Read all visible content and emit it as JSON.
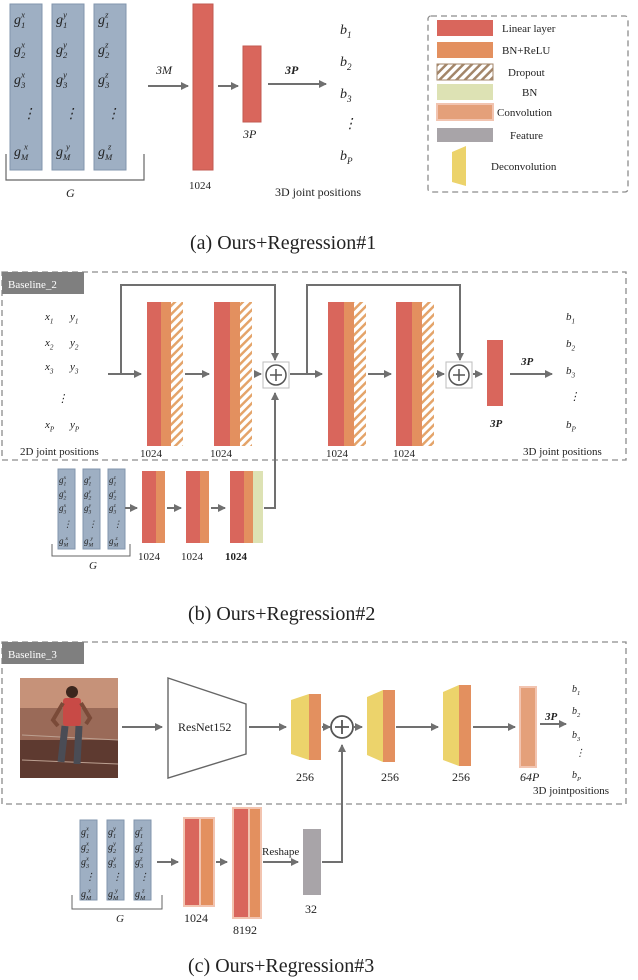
{
  "colors": {
    "linear": "#d9665c",
    "bnrelu": "#e3905f",
    "bn": "#dde2b4",
    "conv": "#e4a07a",
    "feature": "#a8a4a8",
    "deconv": "#ecd36b",
    "matrix": "#9eafc3"
  },
  "legend": [
    {
      "key": "linear",
      "label": "Linear layer",
      "icon": "linear-swatch"
    },
    {
      "key": "bnrelu",
      "label": "BN+ReLU",
      "icon": "bnrelu-swatch"
    },
    {
      "key": "dropout",
      "label": "Dropout",
      "icon": "hatched-swatch"
    },
    {
      "key": "bn",
      "label": "BN",
      "icon": "bn-swatch"
    },
    {
      "key": "conv",
      "label": "Convolution",
      "icon": "conv-swatch"
    },
    {
      "key": "feature",
      "label": "Feature",
      "icon": "feature-swatch"
    },
    {
      "key": "deconv",
      "label": "Deconvolution",
      "icon": "trapezoid-swatch"
    }
  ],
  "panel_a": {
    "matrix_rows": [
      [
        "g1x",
        "g1y",
        "g1z"
      ],
      [
        "g2x",
        "g2y",
        "g2z"
      ],
      [
        "g3x",
        "g3y",
        "g3z"
      ],
      [
        "⋮",
        "⋮",
        "⋮"
      ],
      [
        "gMx",
        "gMy",
        "gMz"
      ]
    ],
    "matrix_label": "G",
    "in_dim": "3M",
    "fc_dim": "1024",
    "out_fc_dim": "3P",
    "out_arrow": "3P",
    "outputs": [
      "b1",
      "b2",
      "b3",
      "⋮",
      "bP"
    ],
    "output_caption": "3D joint positions",
    "caption": "(a) Ours+Regression#1"
  },
  "panel_b": {
    "tag": "Baseline_2",
    "inputs": [
      [
        "x1",
        "y1"
      ],
      [
        "x2",
        "y2"
      ],
      [
        "x3",
        "y3"
      ],
      [
        "⋮",
        ""
      ],
      [
        "xP",
        "yP"
      ]
    ],
    "input_caption": "2D joint positions",
    "block_dims": [
      "1024",
      "1024",
      "1024",
      "1024"
    ],
    "out_fc_dim": "3P",
    "out_arrow": "3P",
    "outputs": [
      "b1",
      "b2",
      "b3",
      "⋮",
      "bP"
    ],
    "output_caption": "3D joint positions",
    "branch_dims": [
      "1024",
      "1024",
      "1024"
    ],
    "matrix_label": "G",
    "caption": "(b) Ours+Regression#2"
  },
  "panel_c": {
    "tag": "Baseline_3",
    "encoder": "ResNet152",
    "deconv_dims": [
      "256",
      "256",
      "256"
    ],
    "out_dim": "64P",
    "out_arrow": "3P",
    "outputs": [
      "b1",
      "b2",
      "b3",
      "⋮",
      "bP"
    ],
    "output_caption": "3D jointpositions",
    "branch_dims": [
      "1024",
      "8192",
      "32"
    ],
    "reshape": "Reshape",
    "matrix_label": "G",
    "caption": "(c) Ours+Regression#3"
  }
}
